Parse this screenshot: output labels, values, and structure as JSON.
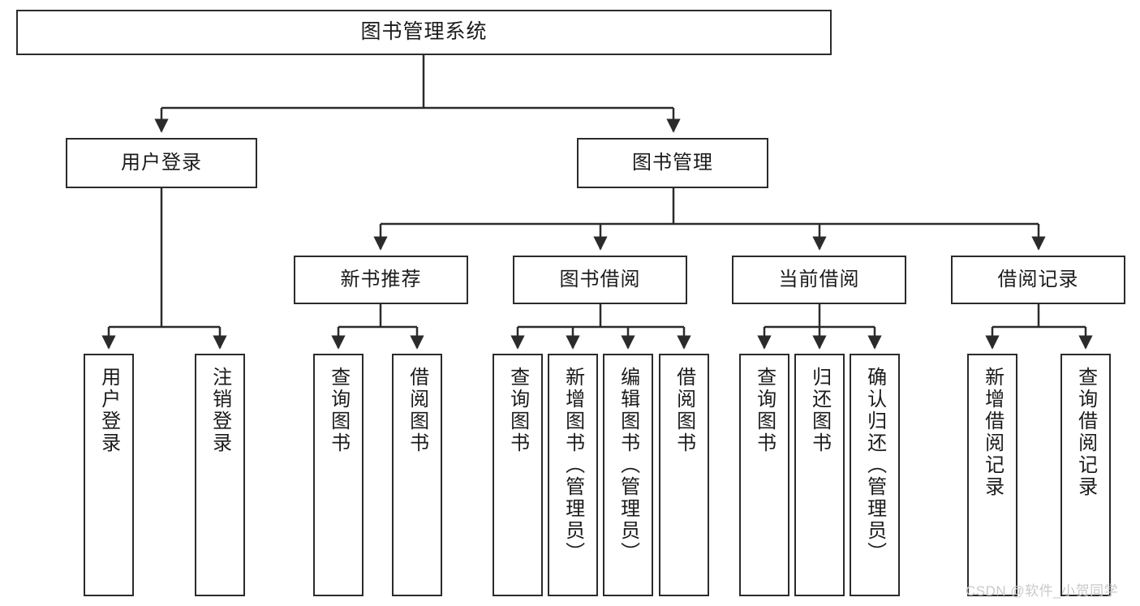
{
  "diagram": {
    "title": "图书管理系统",
    "type": "hierarchy-tree",
    "levels": 4,
    "root": {
      "label": "图书管理系统"
    },
    "level2": [
      {
        "label": "用户登录"
      },
      {
        "label": "图书管理"
      }
    ],
    "level3": [
      {
        "label": "新书推荐"
      },
      {
        "label": "图书借阅"
      },
      {
        "label": "当前借阅"
      },
      {
        "label": "借阅记录"
      }
    ],
    "leaves": {
      "user_login": [
        {
          "label": "用户登录"
        },
        {
          "label": "注销登录"
        }
      ],
      "new_book_recommend": [
        {
          "label": "查询图书"
        },
        {
          "label": "借阅图书"
        }
      ],
      "book_borrow": [
        {
          "label": "查询图书"
        },
        {
          "label": "新增图书（管理员）"
        },
        {
          "label": "编辑图书（管理员）"
        },
        {
          "label": "借阅图书"
        }
      ],
      "current_borrow": [
        {
          "label": "查询图书"
        },
        {
          "label": "归还图书"
        },
        {
          "label": "确认归还（管理员）"
        }
      ],
      "borrow_record": [
        {
          "label": "新增借阅记录"
        },
        {
          "label": "查询借阅记录"
        }
      ]
    }
  },
  "watermark": {
    "text": "CSDN @软件_小贺同学"
  },
  "colors": {
    "stroke": "#2b2b2b",
    "text": "#1b1b1b",
    "background": "#ffffff",
    "watermark": "#c9c9c9"
  }
}
